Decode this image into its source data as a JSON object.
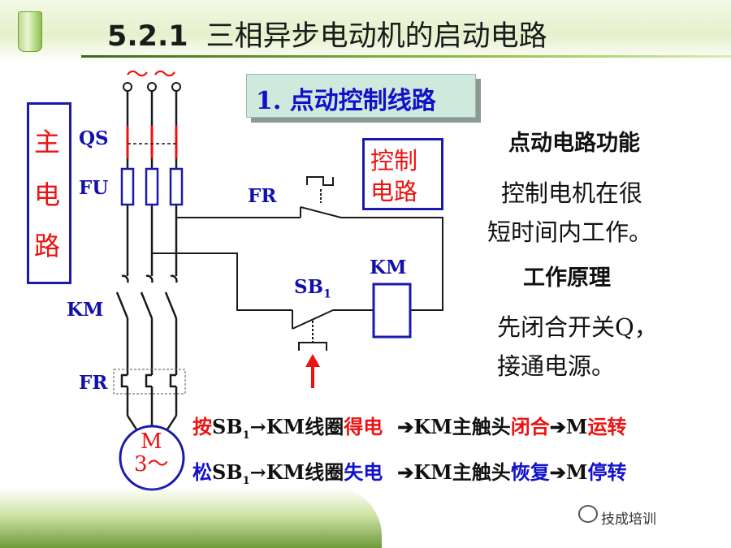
{
  "header": {
    "section_number": "5.2.1",
    "title": "三相异步电动机的启动电路"
  },
  "subsection_title": "1. 点动控制线路",
  "main_circuit_label": [
    "主",
    "电",
    "路"
  ],
  "control_circuit_label": [
    "控制",
    "电路"
  ],
  "ac_symbol": "～～",
  "component_labels": {
    "qs": "QS",
    "fu": "FU",
    "km_main": "KM",
    "fr_main": "FR",
    "fr_control": "FR",
    "km_coil": "KM",
    "sb1_base": "SB",
    "sb1_sub": "1",
    "motor_m": "M",
    "motor_phase": "3～"
  },
  "right_panel": {
    "heading_function": "点动电路功能",
    "function_line1": "控制电机在很",
    "function_line2": "短时间内工作。",
    "heading_principle": "工作原理",
    "principle_line1": "先闭合开关Q，",
    "principle_line2": "接通电源。"
  },
  "sequence": [
    {
      "action": "按",
      "sb": "SB",
      "sb_sub": "1",
      "arrow": "→",
      "coil": "KM线圈",
      "coil_state": "得电",
      "arrow2": "➔",
      "contact": "KM主触头",
      "contact_state": "闭合",
      "arrow3": "➔",
      "motor": "M",
      "motor_state": "运转"
    },
    {
      "action": "松",
      "sb": "SB",
      "sb_sub": "1",
      "arrow": "→",
      "coil": "KM线圈",
      "coil_state": "失电",
      "arrow2": "➔",
      "contact": "KM主触头",
      "contact_state": "恢复",
      "arrow3": "➔",
      "motor": "M",
      "motor_state": "停转"
    }
  ],
  "watermark": "技成培训",
  "colors": {
    "wire": "#1a1a1a",
    "component_blue": "#1a1aaa",
    "accent_red": "#ee1111",
    "text_blue": "#1111cc"
  }
}
